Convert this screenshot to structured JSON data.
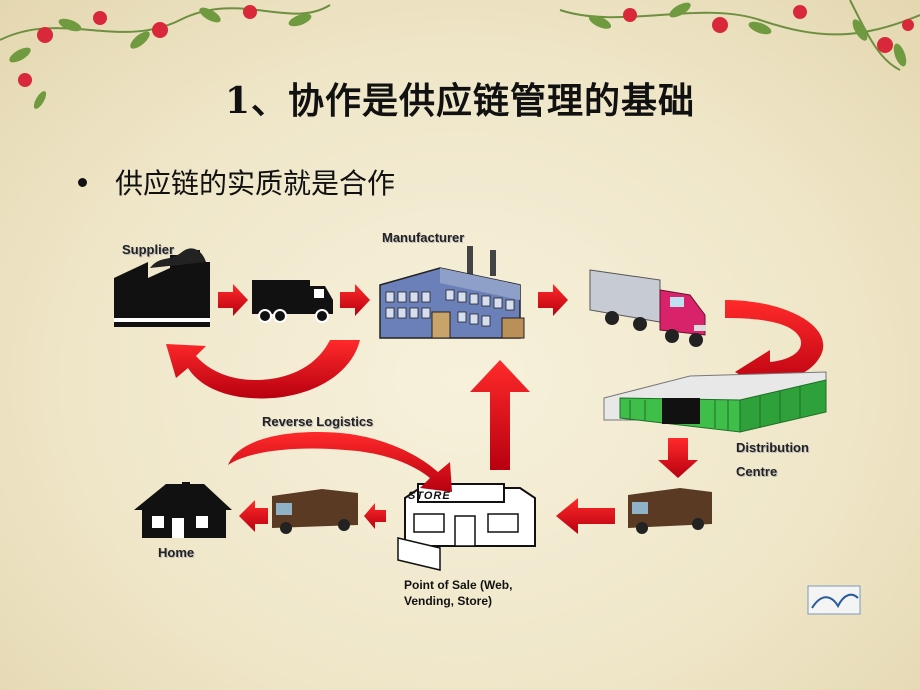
{
  "slide": {
    "title": "1、协作是供应链管理的基础",
    "bullet": "供应链的实质就是合作"
  },
  "diagram": {
    "supplier_label": "Supplier",
    "manufacturer_label": "Manufacturer",
    "distribution_label_1": "Distribution",
    "distribution_label_2": "Centre",
    "reverse_label": "Reverse Logistics",
    "home_label": "Home",
    "pos_label_1": "Point of Sale (Web,",
    "pos_label_2": "Vending, Store)",
    "store_sign": "STORE"
  },
  "colors": {
    "arrow_red": "#e3141e",
    "factory_blue": "#5a6fa8",
    "warehouse_green": "#3fbf4a",
    "truck_brown": "#5b3a24",
    "truck_pink": "#d8236a",
    "flower_red": "#d8283a",
    "leaf_green": "#5f8e3a"
  }
}
